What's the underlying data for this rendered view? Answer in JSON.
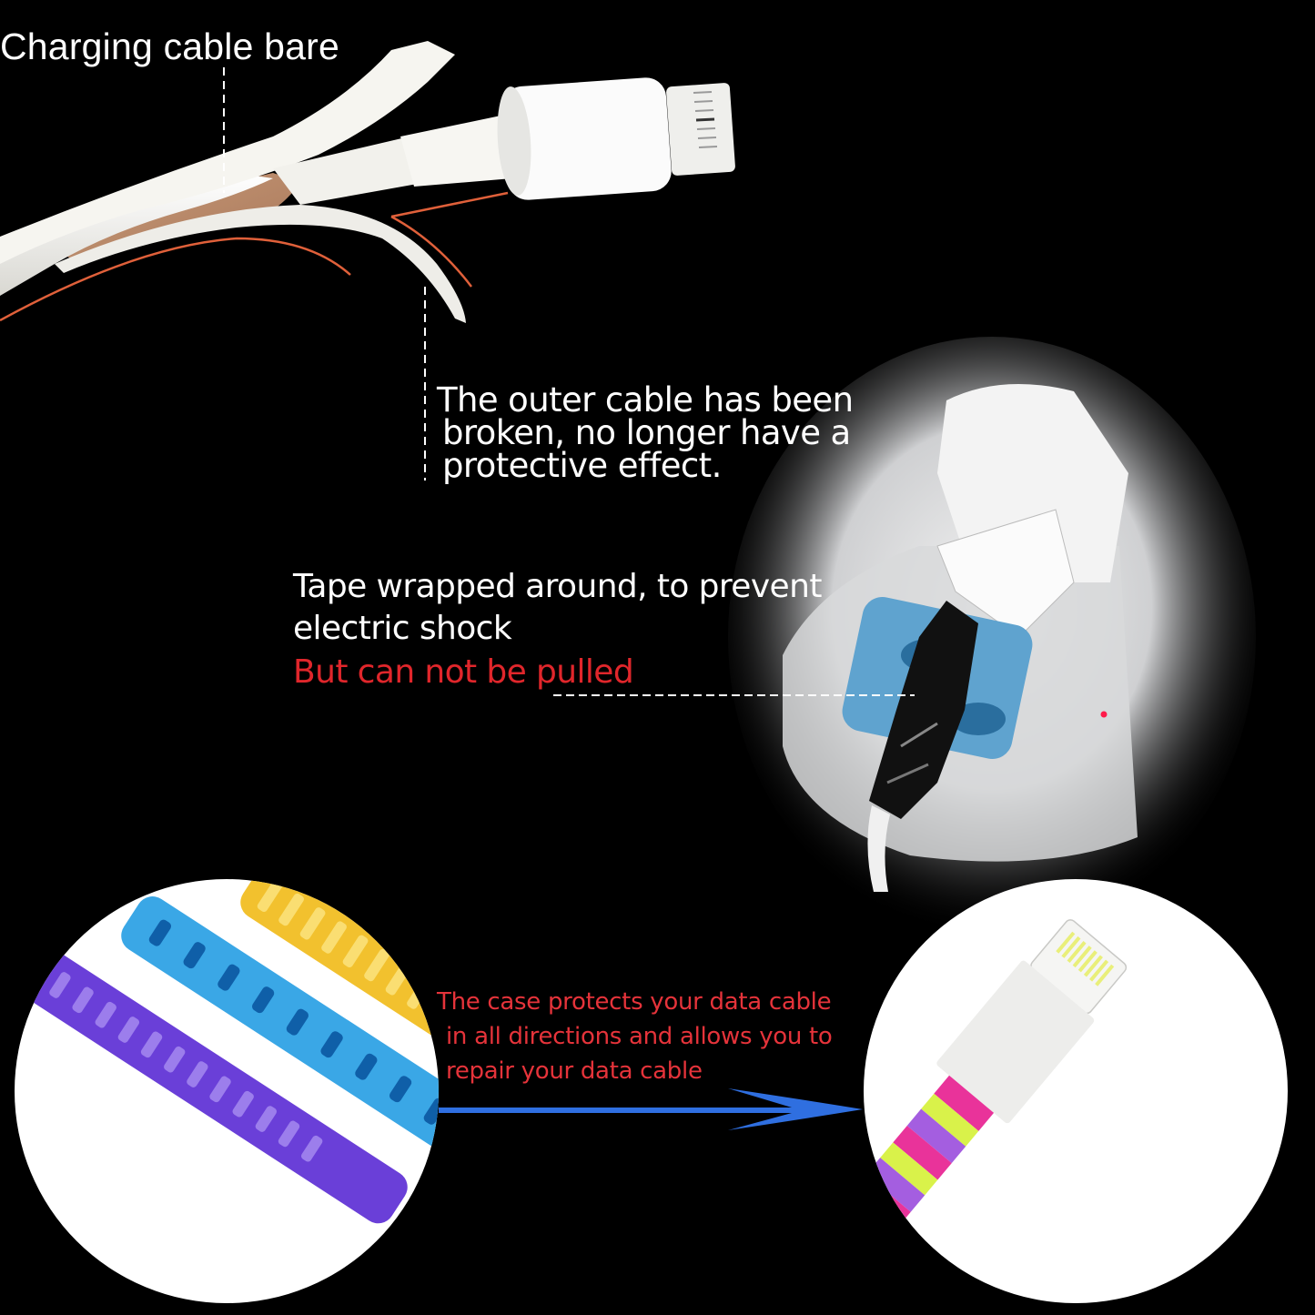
{
  "sections": {
    "bare_cable": {
      "label": "Charging cable bare",
      "colors": {
        "cable": "#f4f3ee",
        "copper": "#b98a68",
        "outline": "#e0603a"
      }
    },
    "broken_outer": {
      "lines": [
        "The outer cable has been",
        "broken, no longer have a",
        "protective effect."
      ]
    },
    "tape_wrapped": {
      "lines": [
        "Tape wrapped around, to prevent",
        "electric shock"
      ],
      "warning": "But can not be pulled",
      "warning_color": "#e0262b"
    },
    "protector_case": {
      "lines": [
        "The case protects your data cable",
        "in all directions and allows you to",
        "repair your data cable"
      ],
      "text_color": "#e5333a",
      "arrow_color": "#2f6fe0",
      "spiral_colors": [
        "#f2c12e",
        "#3aa7e6",
        "#6a3fd8"
      ],
      "wrapped_colors": [
        "#e9339a",
        "#d9f24a",
        "#a45ee0"
      ]
    }
  }
}
